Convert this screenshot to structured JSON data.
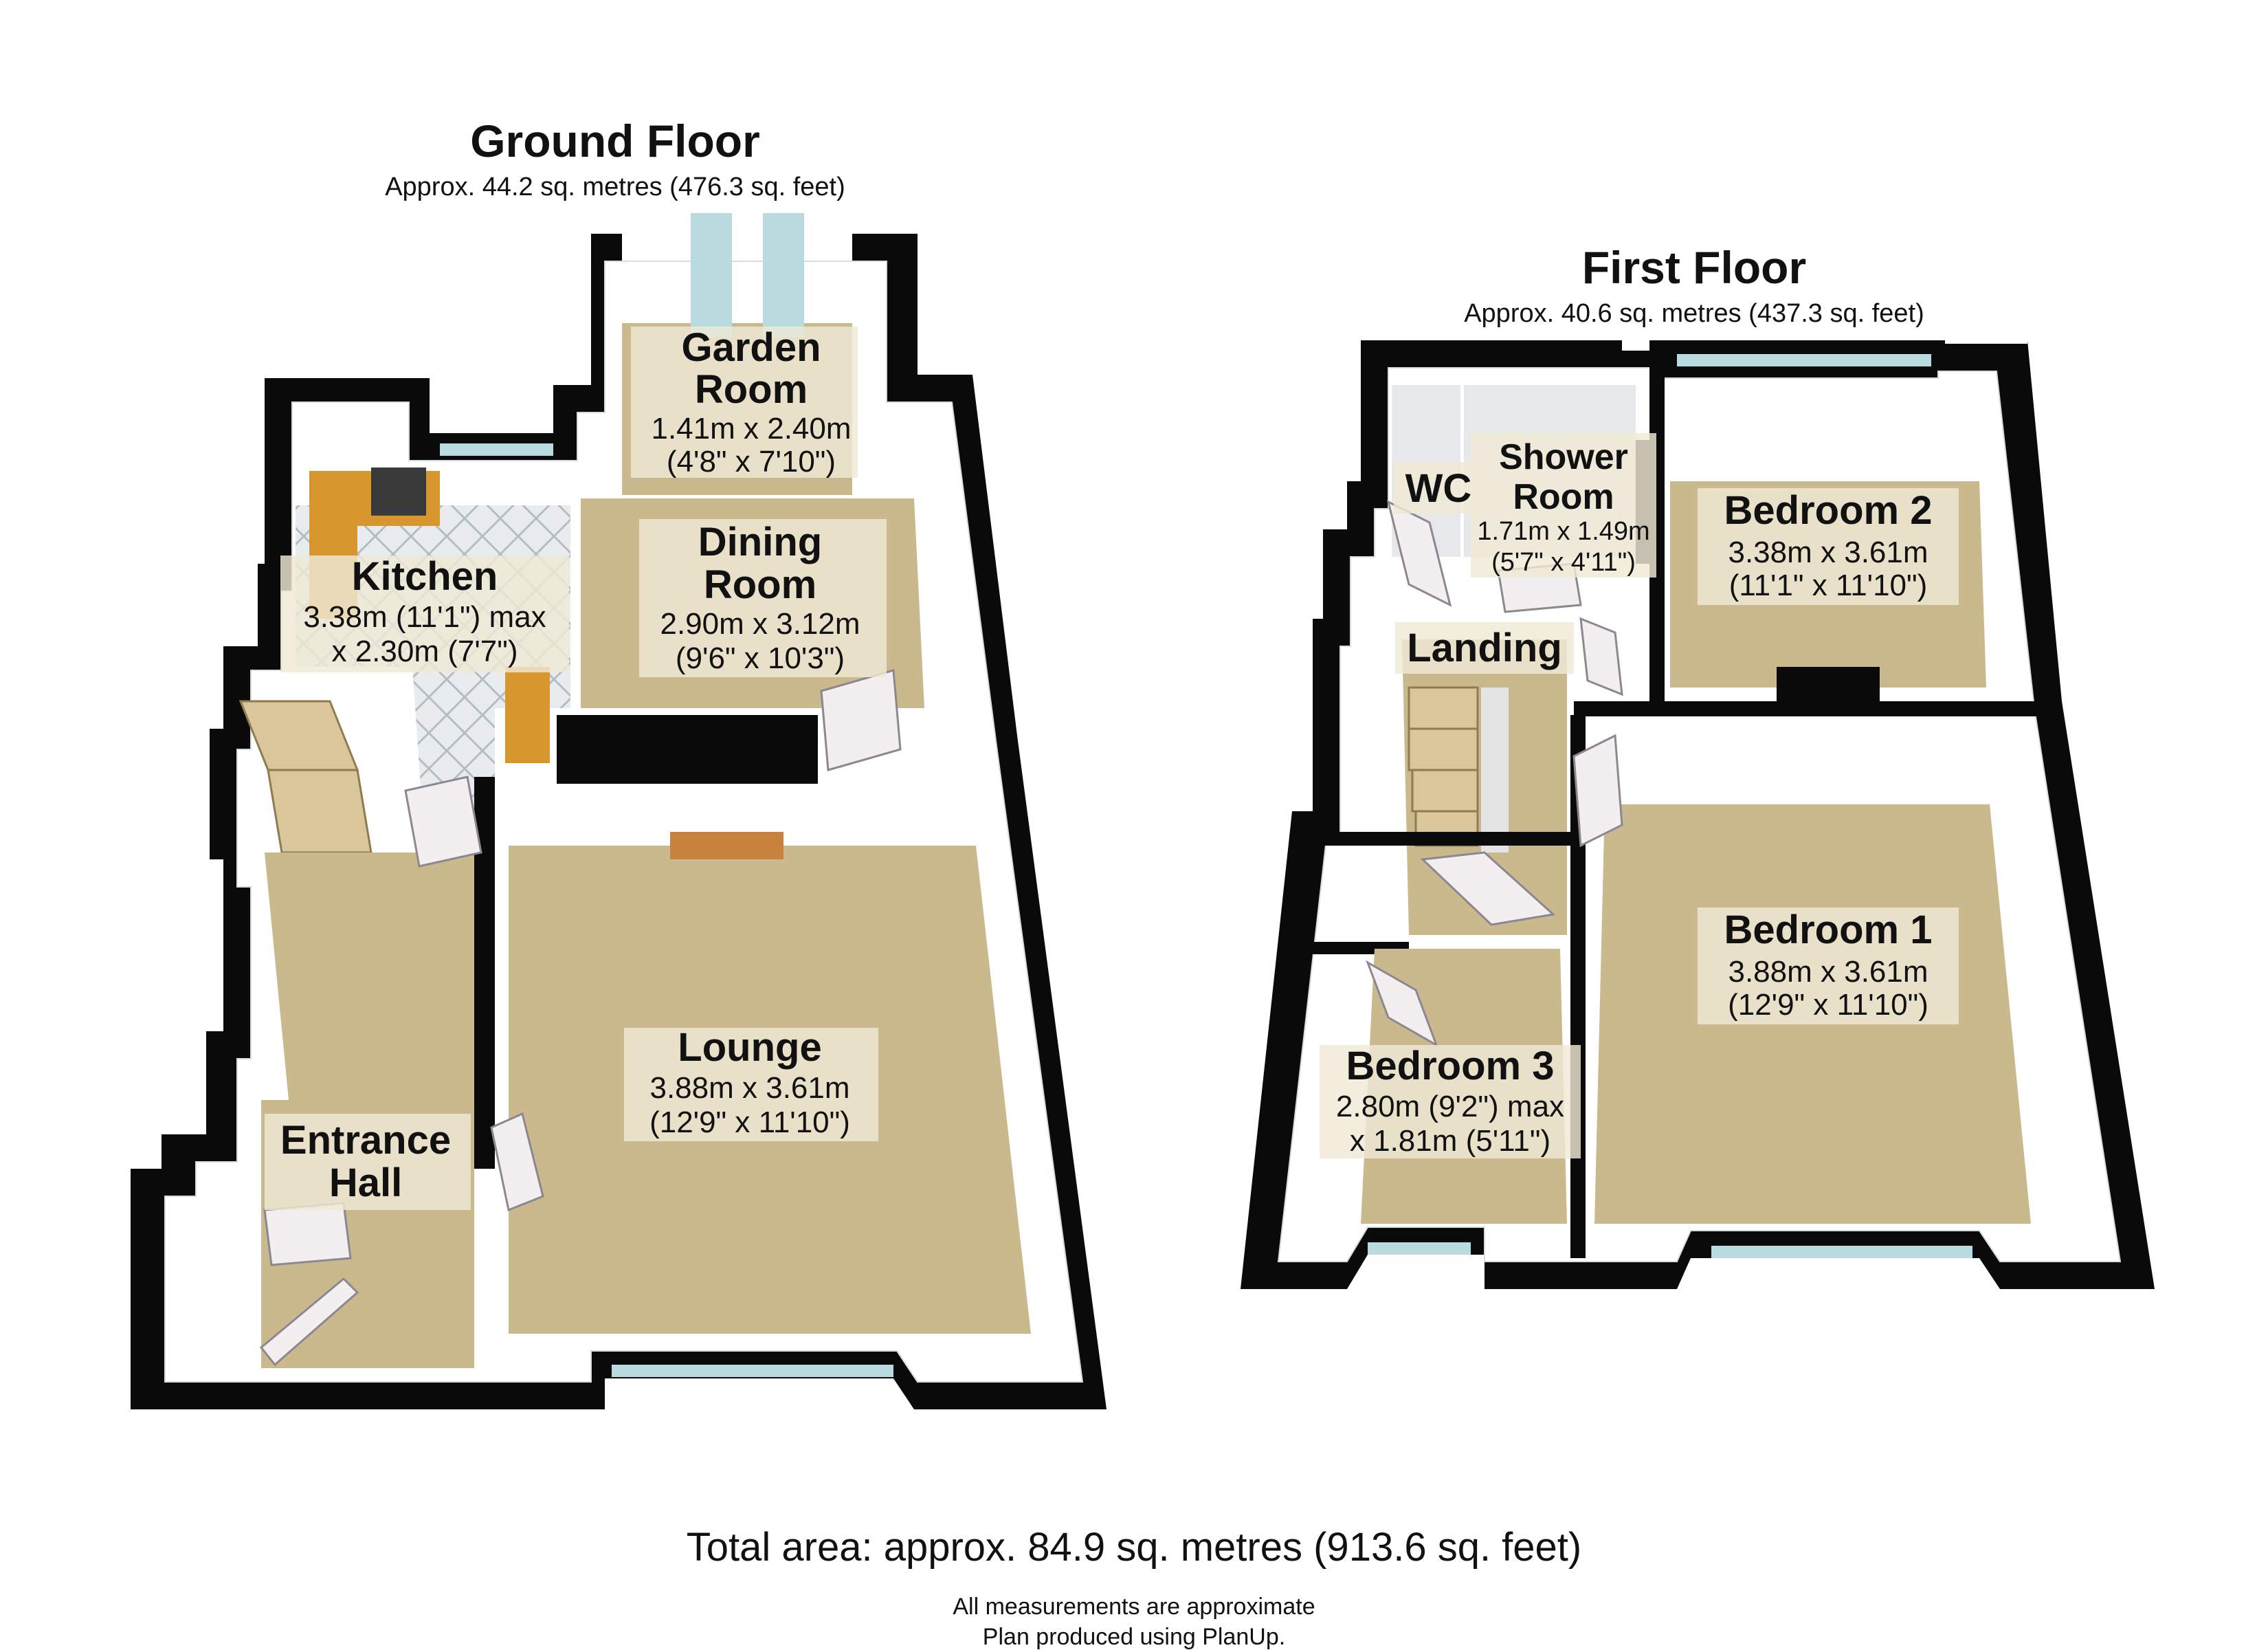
{
  "ground_floor": {
    "title": "Ground Floor",
    "area": "Approx. 44.2 sq. metres (476.3 sq. feet)",
    "rooms": {
      "garden_room": {
        "name_1": "Garden",
        "name_2": "Room",
        "dims": "1.41m x 2.40m",
        "dims_imperial": "(4'8\" x 7'10\")"
      },
      "dining_room": {
        "name_1": "Dining",
        "name_2": "Room",
        "dims": "2.90m x 3.12m",
        "dims_imperial": "(9'6\" x 10'3\")"
      },
      "kitchen": {
        "name": "Kitchen",
        "dims_1": "3.38m (11'1\") max",
        "dims_2": "x 2.30m (7'7\")"
      },
      "lounge": {
        "name": "Lounge",
        "dims": "3.88m x 3.61m",
        "dims_imperial": "(12'9\" x 11'10\")"
      },
      "entrance_hall": {
        "name_1": "Entrance",
        "name_2": "Hall"
      }
    }
  },
  "first_floor": {
    "title": "First Floor",
    "area": "Approx. 40.6 sq. metres (437.3 sq. feet)",
    "rooms": {
      "wc": {
        "name": "WC"
      },
      "shower_room": {
        "name_1": "Shower",
        "name_2": "Room",
        "dims": "1.71m x 1.49m",
        "dims_imperial": "(5'7\" x 4'11\")"
      },
      "bedroom_2": {
        "name": "Bedroom 2",
        "dims": "3.38m x 3.61m",
        "dims_imperial": "(11'1\" x 11'10\")"
      },
      "landing": {
        "name": "Landing"
      },
      "bedroom_1": {
        "name": "Bedroom 1",
        "dims": "3.88m x 3.61m",
        "dims_imperial": "(12'9\" x 11'10\")"
      },
      "bedroom_3": {
        "name": "Bedroom 3",
        "dims_1": "2.80m (9'2\") max",
        "dims_2": "x 1.81m (5'11\")"
      }
    }
  },
  "footer": {
    "total": "Total area: approx. 84.9 sq. metres (913.6 sq. feet)",
    "note_1": "All measurements are approximate",
    "note_2": "Plan produced using PlanUp."
  },
  "colors": {
    "carpet": "#c9b98c",
    "wall": "#0a0a0a",
    "label_bg": "#efe9d6",
    "kitchen_units": "#d8962f"
  }
}
